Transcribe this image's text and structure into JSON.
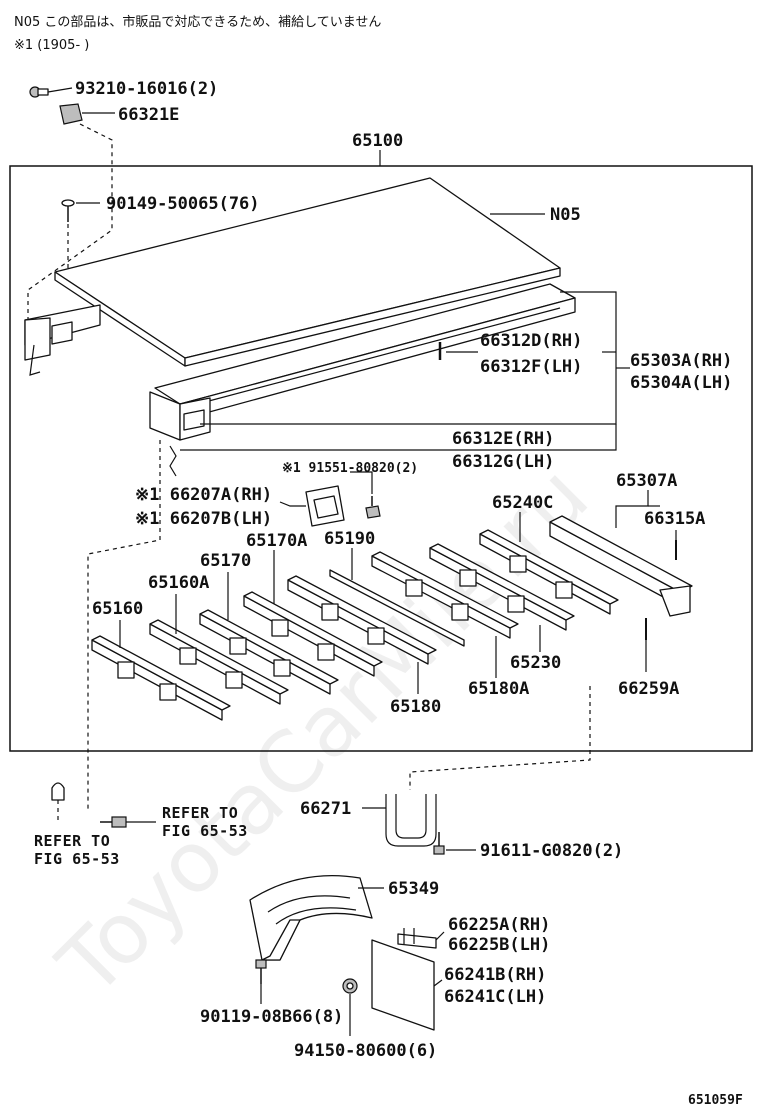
{
  "notes": {
    "line1": "N05  この部品は、市販品で対応できるため、補給していません",
    "line2": "※1 (1905-        )"
  },
  "watermark": "ToyotaCarMile.ru",
  "figure_id": "651059F",
  "assembly_label": "65100",
  "callouts": {
    "c93210": "93210-16016(2)",
    "c66321E": "66321E",
    "c90149": "90149-50065(76)",
    "cN05": "N05",
    "c66312D": "66312D(RH)",
    "c66312F": "66312F(LH)",
    "c65303A": "65303A(RH)",
    "c65304A": "65304A(LH)",
    "c66312E": "66312E(RH)",
    "c66312G": "66312G(LH)",
    "c91551": "※1 91551-80820(2)",
    "c66207A": "※1 66207A(RH)",
    "c66207B": "※1 66207B(LH)",
    "c65307A": "65307A",
    "c66315A": "66315A",
    "c65240C": "65240C",
    "c65190": "65190",
    "c65170A": "65170A",
    "c65170": "65170",
    "c65160A": "65160A",
    "c65160": "65160",
    "c65230": "65230",
    "c65180A": "65180A",
    "c65180": "65180",
    "c66259A": "66259A",
    "c66271": "66271",
    "c91611": "91611-G0820(2)",
    "c65349": "65349",
    "c66225A": "66225A(RH)",
    "c66225B": "66225B(LH)",
    "c66241B": "66241B(RH)",
    "c66241C": "66241C(LH)",
    "c90119": "90119-08B66(8)",
    "c94150": "94150-80600(6)"
  },
  "refs": {
    "refer_to_1": "REFER TO",
    "fig_1": "FIG 65-53",
    "refer_to_2": "REFER TO",
    "fig_2": "FIG 65-53"
  }
}
